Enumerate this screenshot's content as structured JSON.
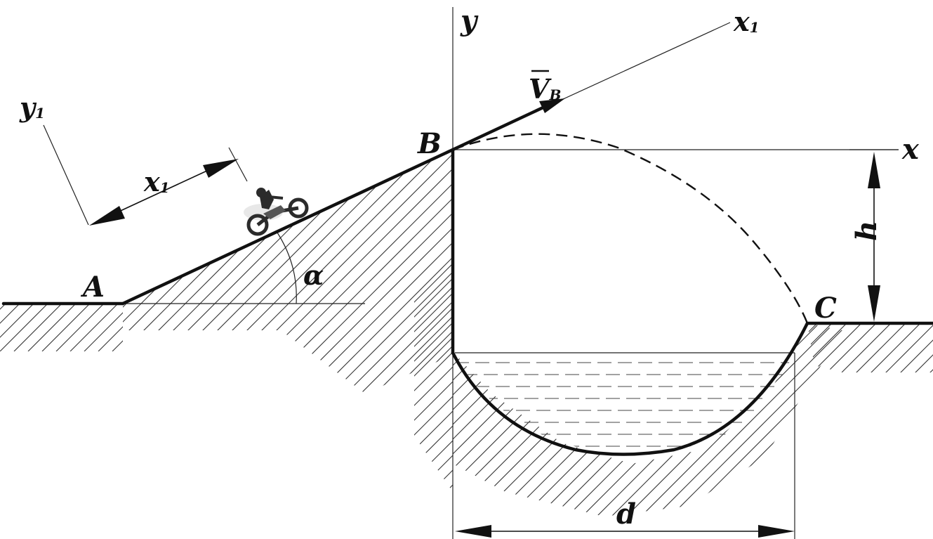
{
  "labels": {
    "point_a": "A",
    "point_b": "B",
    "point_c": "C",
    "axis_x": "x",
    "axis_y": "y",
    "axis_x1_main": "x",
    "axis_x1_sub": "1",
    "axis_y1_main": "y",
    "axis_y1_sub": "1",
    "velocity_main": "V",
    "velocity_sub": "B",
    "distance_x1_main": "x",
    "distance_x1_sub": "1",
    "angle": "α",
    "height": "h",
    "width": "d"
  },
  "colors": {
    "ink": "#111111",
    "background": "#ffffff",
    "motorcycle": "#2b2b2b"
  },
  "icons": {
    "rider": "motorcycle-icon"
  }
}
